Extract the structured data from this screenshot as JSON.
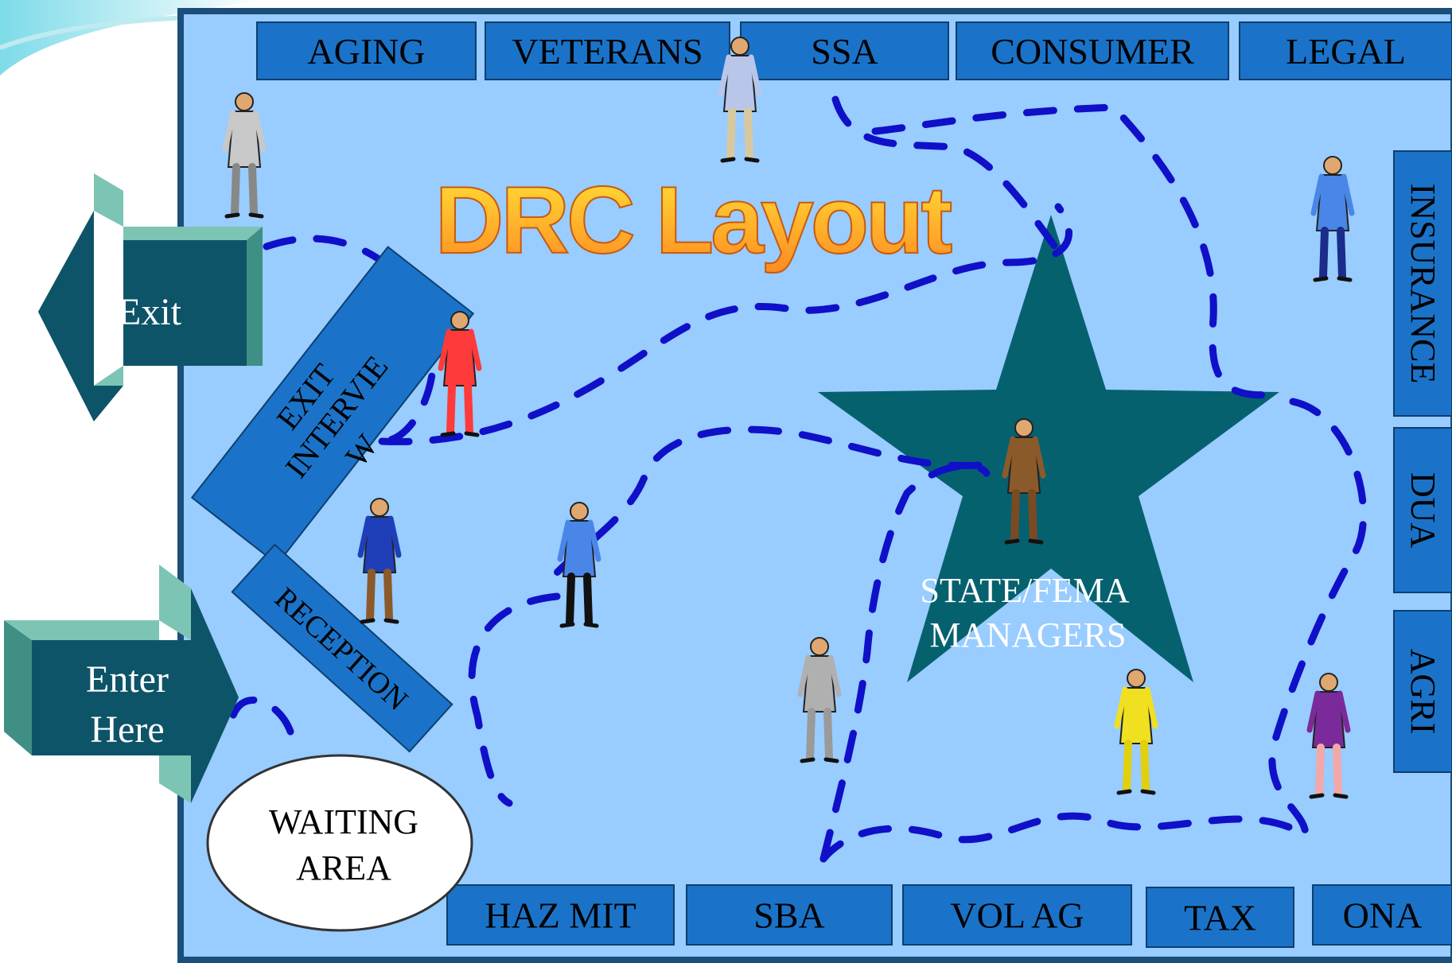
{
  "title": "DRC Layout",
  "colors": {
    "floor": "#99ccff",
    "border": "#1b4f7a",
    "booth": "#1a73c8",
    "arrow_dark": "#0e5469",
    "arrow_light": "#7cc4b4",
    "star": "#06616f",
    "path": "#1010c8",
    "title_top": "#ffe236",
    "title_bottom": "#ff8a22"
  },
  "top_booths": [
    "AGING",
    "VETERANS",
    "SSA",
    "CONSUMER",
    "LEGAL"
  ],
  "right_booths": [
    "INSURANCE",
    "DUA",
    "AGRI"
  ],
  "bottom_booths": [
    "HAZ MIT",
    "SBA",
    "VOL AG",
    "TAX",
    "ONA"
  ],
  "exit": {
    "label": "Exit"
  },
  "enter": {
    "line1": "Enter",
    "line2": "Here"
  },
  "exit_interview": {
    "line1": "EXIT",
    "line2": "INTERVIE",
    "line3": "W"
  },
  "reception": "RECEPTION",
  "waiting": {
    "line1": "WAITING",
    "line2": "AREA"
  },
  "star": {
    "line1": "STATE/FEMA",
    "line2": "MANAGERS"
  },
  "icons": [
    "person-icon",
    "star-icon",
    "arrow-left-icon",
    "arrow-right-icon"
  ]
}
